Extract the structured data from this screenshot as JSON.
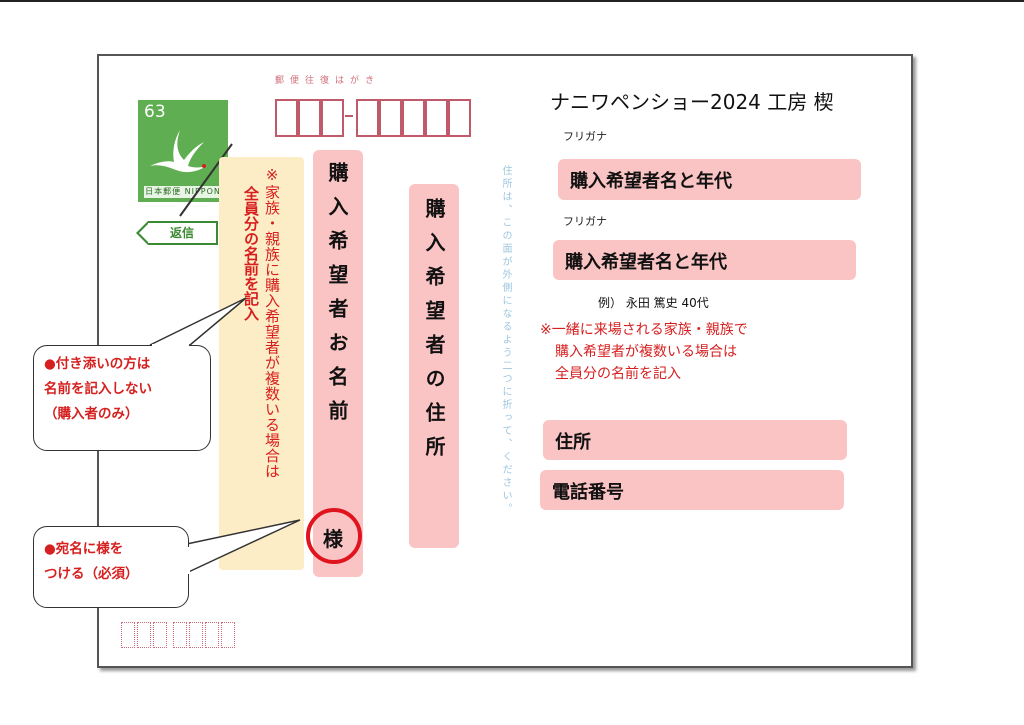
{
  "card": {
    "title": "ナニワペンショー2024 工房 楔",
    "furigana_1": "フリガナ",
    "furigana_2": "フリガナ",
    "name_field_1": "購入希望者名と年代",
    "name_field_2": "購入希望者名と年代",
    "example": "例） 永田 篤史 40代",
    "note_lines": [
      "※一緒に来場される家族・親族で",
      "購入希望者が複数いる場合は",
      "全員分の名前を記入"
    ],
    "address_field": "住所",
    "phone_field": "電話番号",
    "postal_label": "郵便往復はがき",
    "stamp_value": "63",
    "stamp_country": "日本郵便 NIPPON",
    "return_label": "返信",
    "recipient_name_label": "購入希望者お名前",
    "sama": "様",
    "recipient_address_label": "購入希望者の住所",
    "yellow_note_col1": "※家族・親族に購入希望者が複数いる場合は",
    "yellow_note_col2": "全員分の名前を記入",
    "faint_vertical_text": "住所は、この面が外側になるよう二つに折って、ください。"
  },
  "callouts": {
    "companions_lines": [
      "●付き添いの方は",
      "名前を記入しない",
      "（購入者のみ）"
    ],
    "sama_lines": [
      "●宛名に様を",
      "つける（必須）"
    ]
  },
  "colors": {
    "pink": "#fbc4c4",
    "yellow": "#fdedc6",
    "red_text": "#d62020",
    "stamp_green": "#5fae52",
    "circle_red": "#e0141e"
  }
}
